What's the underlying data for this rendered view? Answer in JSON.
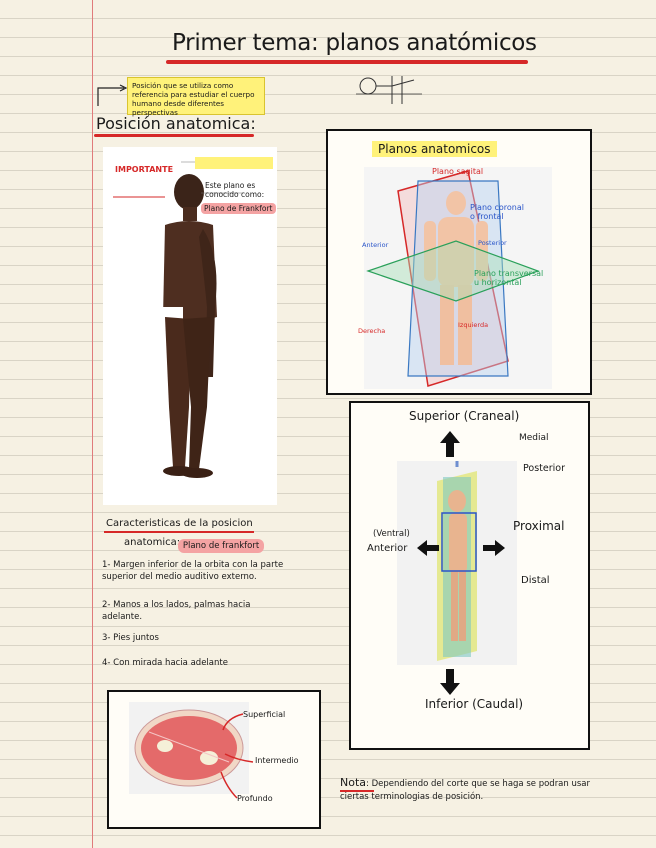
{
  "title": "Primer tema: planos anatómicos",
  "definition_note": "Posición que se utiliza como referencia para estudiar el cuerpo humano desde diferentes perspectivas",
  "section_posicion": {
    "heading": "Posición anatomica:",
    "important_label": "IMPORTANTE",
    "frankfort_note": "Este plano es conocido como:",
    "frankfort_label": "Plano de Frankfort"
  },
  "caracteristicas": {
    "heading_line1": "Caracteristicas de la posicion",
    "heading_line2": "anatomica:",
    "frankfort_label": "Plano de frankfort",
    "items": [
      "1- Margen inferior de la orbita con la parte superior del medio auditivo externo.",
      "2- Manos a los lados, palmas hacia adelante.",
      "3- Pies juntos",
      "4- Con mirada hacia adelante"
    ]
  },
  "planos_box": {
    "title": "Planos anatomicos",
    "plano_sagital": "Plano sagital",
    "plano_coronal": "Plano coronal o frontal",
    "plano_transversal": "Plano transversal u horizontal",
    "anterior": "Anterior",
    "posterior": "Posterior",
    "derecha": "Derecha",
    "izquierda": "Izquierda"
  },
  "direcciones_box": {
    "superior": "Superior (Craneal)",
    "inferior": "Inferior (Caudal)",
    "medial": "Medial",
    "posterior": "Posterior",
    "proximal": "Proximal",
    "distal": "Distal",
    "ventral": "(Ventral)",
    "anterior": "Anterior"
  },
  "corte_box": {
    "superficial": "Superficial",
    "intermedio": "Intermedio",
    "profundo": "Profundo"
  },
  "nota": {
    "label": "Nota",
    "text": ": Dependiendo del corte que se haga se podran usar ciertas terminologias de posición."
  },
  "colors": {
    "accent_red": "#d62828",
    "highlight_yellow": "#fff27a",
    "highlight_pink": "#f4a3a3",
    "blue_ink": "#2a55c9"
  }
}
